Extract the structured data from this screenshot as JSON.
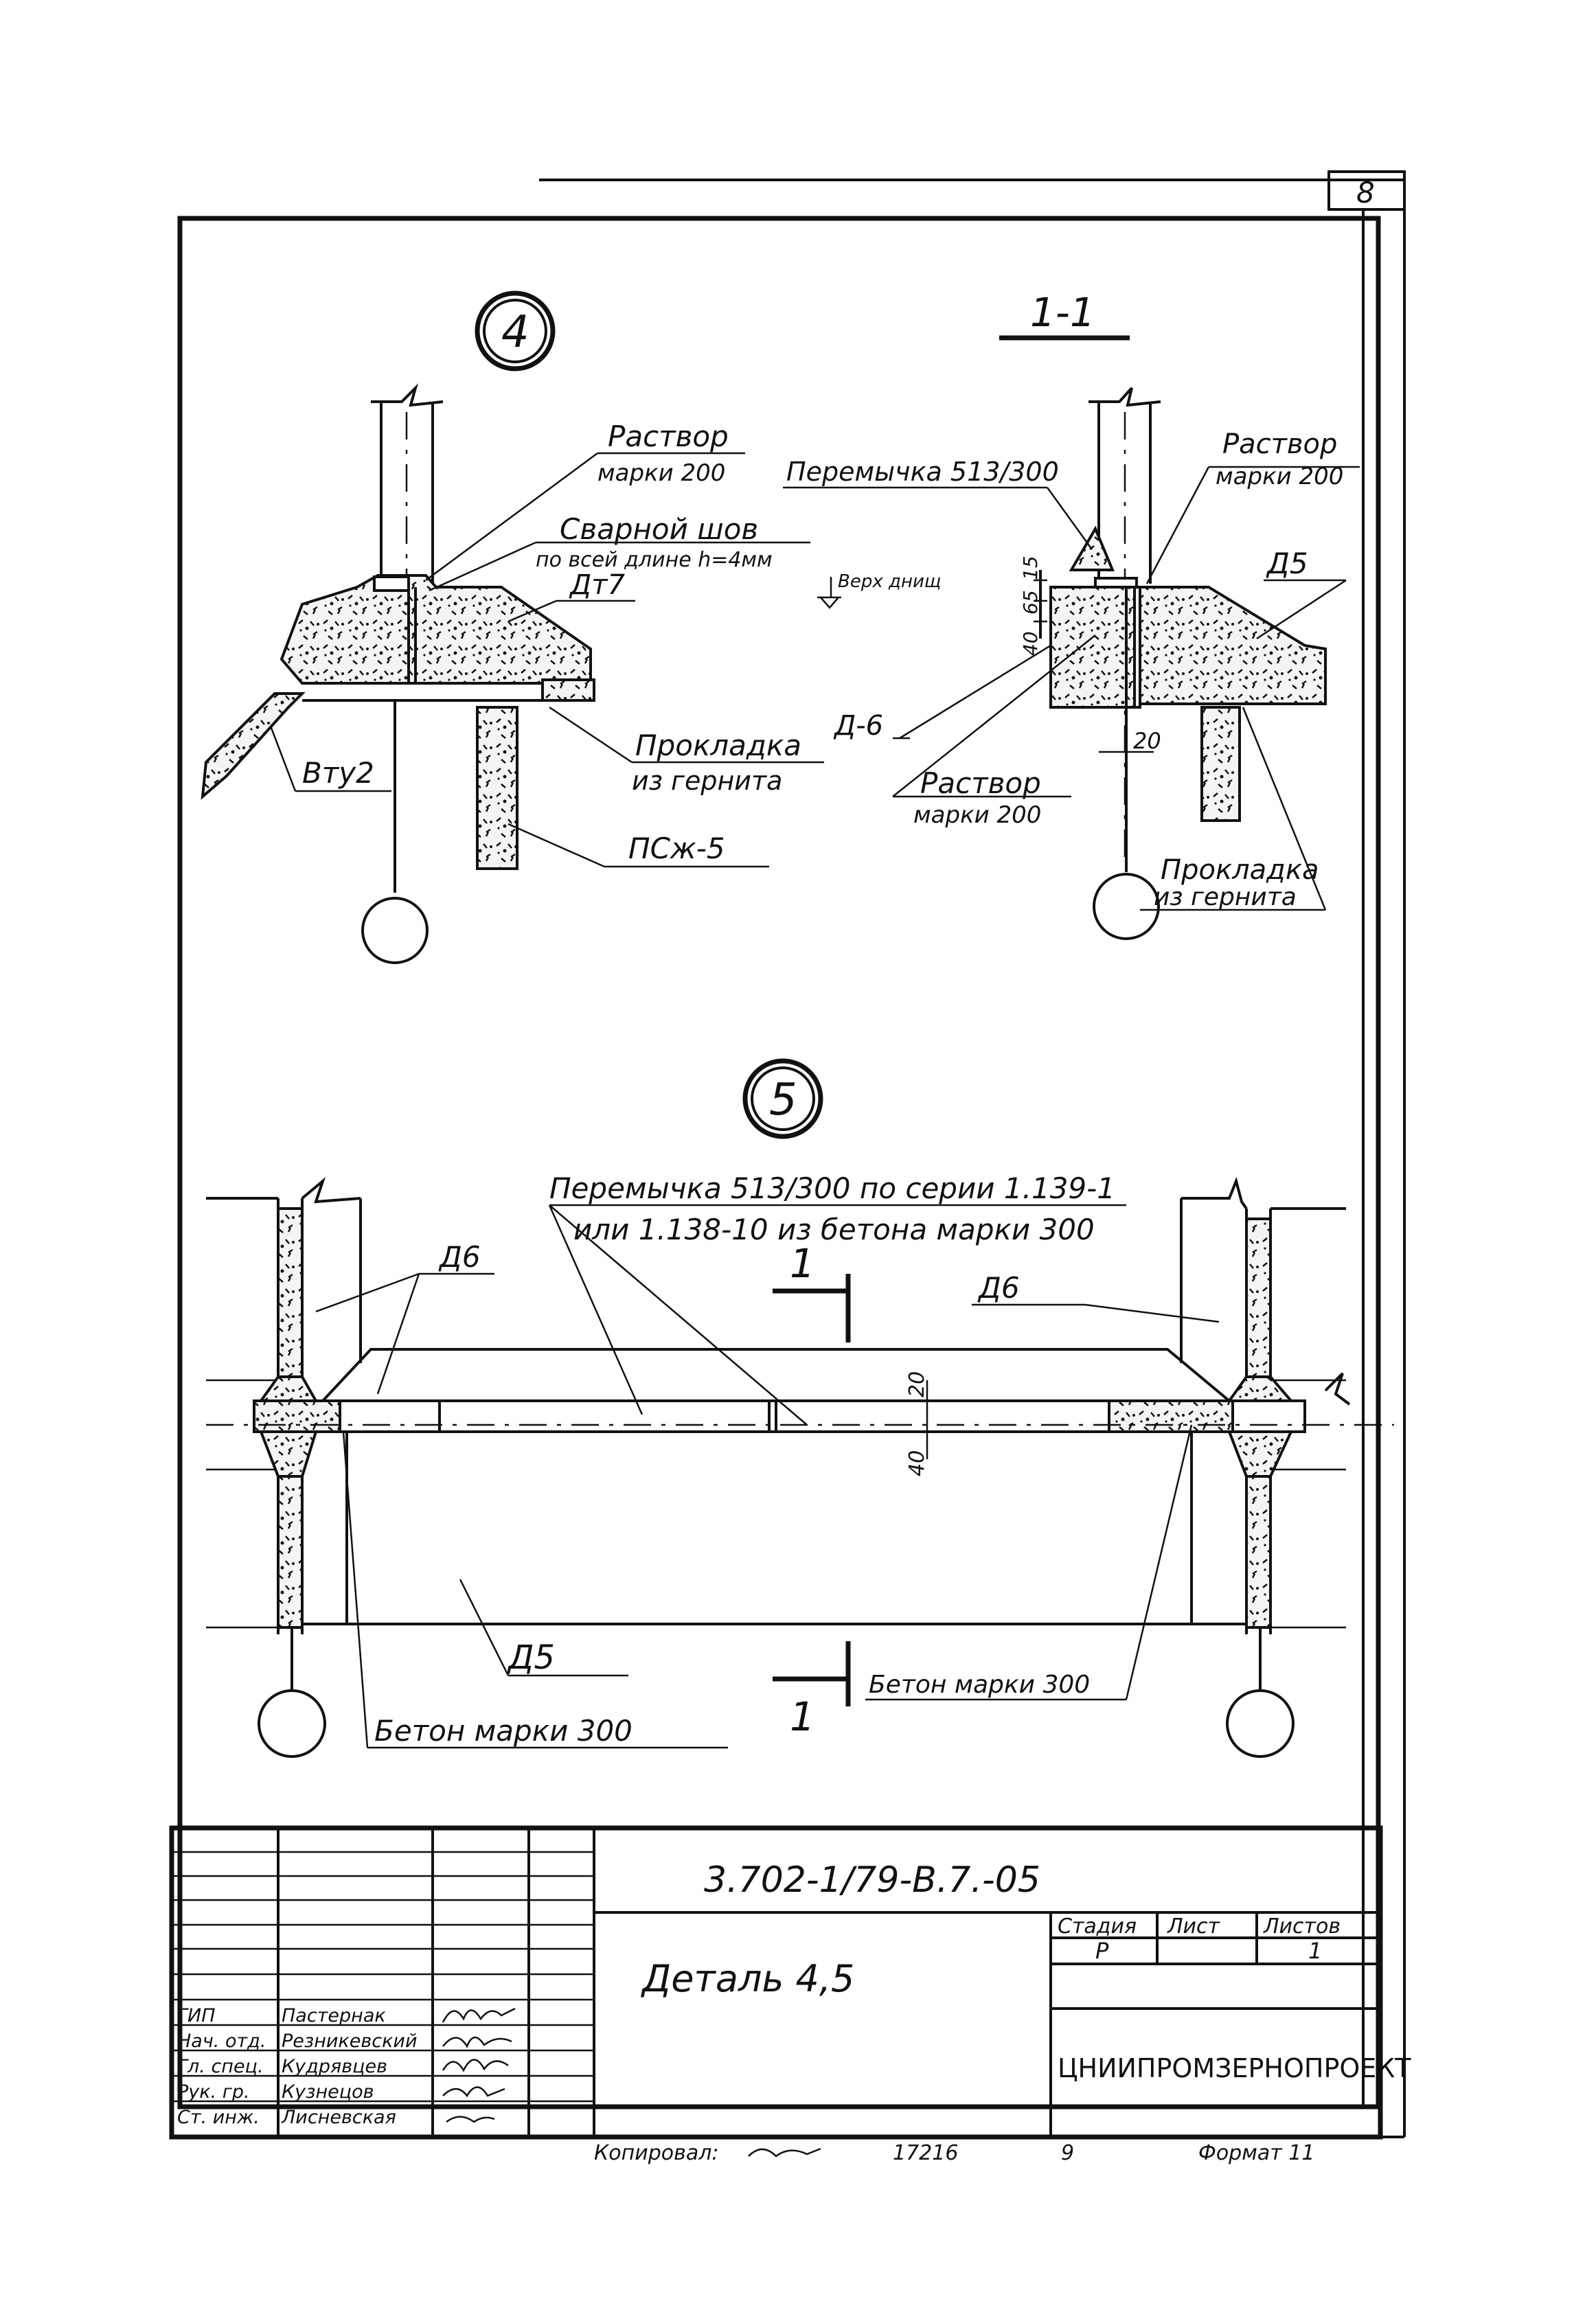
{
  "sheet_number": "8",
  "detail4": {
    "marker": "4",
    "labels": {
      "mortar": [
        "Раствор",
        "марки 200"
      ],
      "weld": [
        "Сварной шов",
        "по всей длине h=4мм"
      ],
      "dt7": "Дт7",
      "gasket": [
        "Прокладка",
        "из гернита"
      ],
      "vtu2": "Вту2",
      "psj5": "ПСж-5"
    }
  },
  "section11": {
    "title": "1-1",
    "labels": {
      "lintel": "Перемычка 513/300",
      "mortar_top": [
        "Раствор",
        "марки 200"
      ],
      "d5": "Д5",
      "top_bottom": "Верх днищ",
      "dims": [
        "40",
        "65",
        "15"
      ],
      "d6": "Д-6",
      "dim20": "20",
      "mortar_bottom": [
        "Раствор",
        "марки 200"
      ],
      "gasket": [
        "Прокладка",
        "из гернита"
      ]
    }
  },
  "detail5": {
    "marker": "5",
    "labels": {
      "lintel": [
        "Перемычка 513/300 по серии 1.139-1",
        "или 1.138-10 из бетона марки 300"
      ],
      "d6_left": "Д6",
      "d6_right": "Д6",
      "cut_top": "1",
      "cut_bottom": "1",
      "dim_top": "20",
      "dim_bottom": "40",
      "d5": "Д5",
      "concrete_right": "Бетон марки 300",
      "concrete_left": "Бетон марки 300"
    }
  },
  "title_block": {
    "code": "3.702-1/79-В.7.-05",
    "title": "Деталь 4,5",
    "headers": [
      "Стадия",
      "Лист",
      "Листов"
    ],
    "values": [
      "Р",
      "",
      "1"
    ],
    "org": "ЦНИИПРОМЗЕРНОПРОЕКТ",
    "roles": [
      "ГИП",
      "Нач. отд.",
      "Гл. спец.",
      "Рук. гр.",
      "Ст. инж."
    ],
    "names": [
      "Пастернак",
      "Резникевский",
      "Кудрявцев",
      "Кузнецов",
      "Лисневская"
    ]
  },
  "footer": {
    "copied": "Копировал:",
    "inv": "17216",
    "page": "9",
    "format": "Формат 11"
  }
}
